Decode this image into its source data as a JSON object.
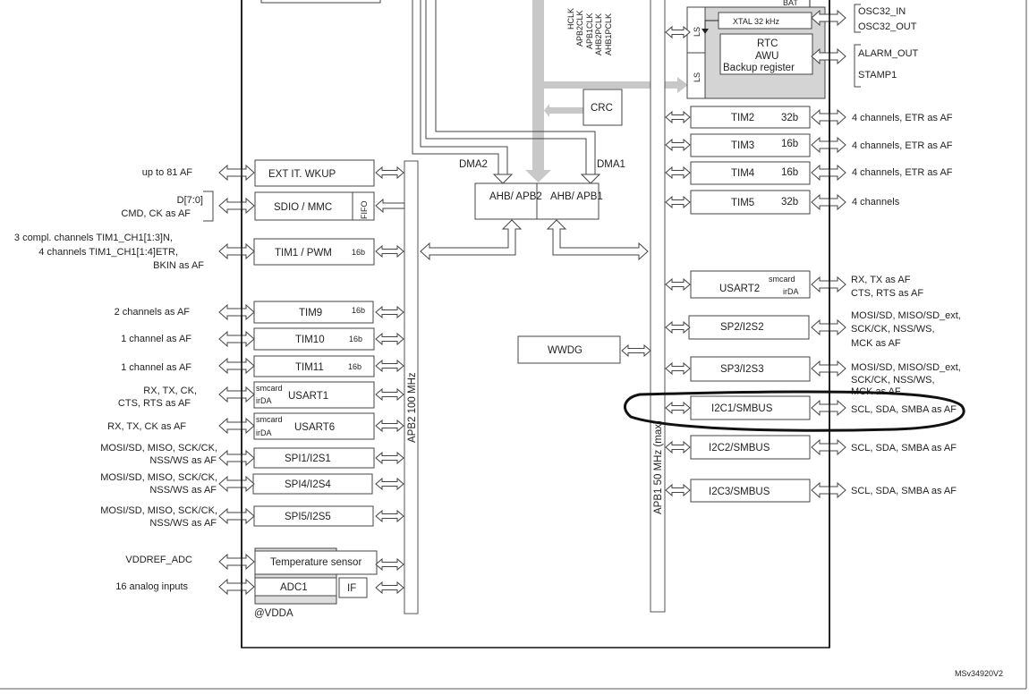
{
  "left_signals": {
    "ext_it": "up to 81 AF",
    "sdio": [
      "D[7:0]",
      "CMD, CK as AF"
    ],
    "tim1": [
      "3 compl. channels TIM1_CH1[1:3]N,",
      "4 channels TIM1_CH1[1:4]ETR,",
      "BKIN as AF"
    ],
    "tim9": "2 channels as AF",
    "tim10": "1 channel as AF",
    "tim11": "1 channel as AF",
    "usart1": [
      "RX, TX, CK,",
      "CTS, RTS as AF"
    ],
    "usart6": "RX, TX, CK as AF",
    "spi1": [
      "MOSI/SD, MISO, SCK/CK,",
      "NSS/WS as AF"
    ],
    "spi4": [
      "MOSI/SD, MISO, SCK/CK,",
      "NSS/WS as AF"
    ],
    "spi5": [
      "MOSI/SD, MISO, SCK/CK,",
      "NSS/WS as AF"
    ],
    "vddref": "VDDREF_ADC",
    "analog": "16 analog inputs"
  },
  "apb2_blocks": {
    "ext_it": "EXT IT. WKUP",
    "sdio": "SDIO / MMC",
    "fifo": "FIFO",
    "tim1": "TIM1 / PWM",
    "tim9": "TIM9",
    "tim10": "TIM10",
    "tim11": "TIM11",
    "usart1": "USART1",
    "usart6": "USART6",
    "spi1": "SPI1/I2S1",
    "spi4": "SPI4/I2S4",
    "spi5": "SPI5/I2S5",
    "temp": "Temperature sensor",
    "adc1": "ADC1",
    "if": "IF",
    "vdda": "@VDDA",
    "bits16": "16b",
    "smcard": "smcard",
    "irda": "irDA"
  },
  "buses": {
    "apb2": "APB2 100 MHz",
    "apb1": "APB1 50  MHz (max)"
  },
  "center": {
    "dma2": "DMA2",
    "dma1": "DMA1",
    "ahb_apb2": "AHB/ APB2",
    "ahb_apb1": "AHB/ APB1",
    "crc": "CRC",
    "wwdg": "WWDG",
    "clocks": [
      "HCLK",
      "APB2CLK",
      "APB1CLK",
      "AHB2PCLK",
      "AHB1PCLK"
    ]
  },
  "rtc": {
    "bat": "BAT",
    "ls": "LS",
    "xtal": "XTAL 32 kHz",
    "rtc": "RTC",
    "awu": "AWU",
    "backup": "Backup register",
    "osc_in": "OSC32_IN",
    "osc_out": "OSC32_OUT",
    "alarm": "ALARM_OUT",
    "stamp": "STAMP1"
  },
  "apb1_blocks": {
    "tim2": "TIM2",
    "tim2_bits": "32b",
    "tim3": "TIM3",
    "tim3_bits": "16b",
    "tim4": "TIM4",
    "tim4_bits": "16b",
    "tim5": "TIM5",
    "tim5_bits": "32b",
    "usart2": "USART2",
    "smcard": "smcard",
    "irda": "irDA",
    "spi2": "SP2/I2S2",
    "spi3": "SP3/I2S3",
    "i2c1": "I2C1/SMBUS",
    "i2c2": "I2C2/SMBUS",
    "i2c3": "I2C3/SMBUS"
  },
  "right_signals": {
    "tim2": "4 channels, ETR as AF",
    "tim3": "4 channels, ETR as AF",
    "tim4": "4 channels, ETR as AF",
    "tim5": "4 channels",
    "usart2": [
      "RX, TX as AF",
      "CTS, RTS as AF"
    ],
    "spi2": [
      "MOSI/SD, MISO/SD_ext,",
      "SCK/CK, NSS/WS,",
      "MCK as AF"
    ],
    "spi3": [
      "MOSI/SD, MISO/SD_ext,",
      "SCK/CK, NSS/WS,",
      "MCK as AF"
    ],
    "i2c1": "SCL, SDA, SMBA as AF",
    "i2c2": "SCL, SDA, SMBA as AF",
    "i2c3": "SCL, SDA, SMBA as AF"
  },
  "annotation": {
    "highlight": "i2c1",
    "color": "#111111"
  },
  "figure_id": "MSv34920V2"
}
